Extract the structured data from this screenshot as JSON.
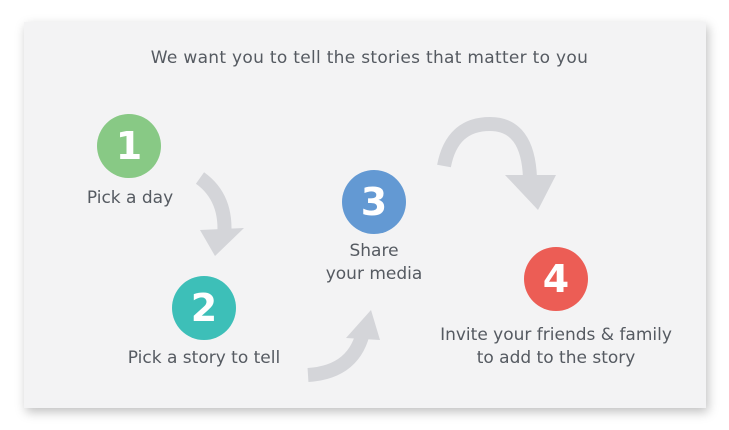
{
  "title": "We want you to tell the stories that matter to you",
  "steps": [
    {
      "number": "1",
      "label": "Pick a day",
      "color": "#88c985"
    },
    {
      "number": "2",
      "label": "Pick a story to tell",
      "color": "#3dbfb8"
    },
    {
      "number": "3",
      "label_line1": "Share",
      "label_line2": "your media",
      "color": "#6399d3"
    },
    {
      "number": "4",
      "label_line1": "Invite your friends & family",
      "label_line2": "to add to the story",
      "color": "#ec5d55"
    }
  ],
  "arrow_color": "#d4d5d9"
}
